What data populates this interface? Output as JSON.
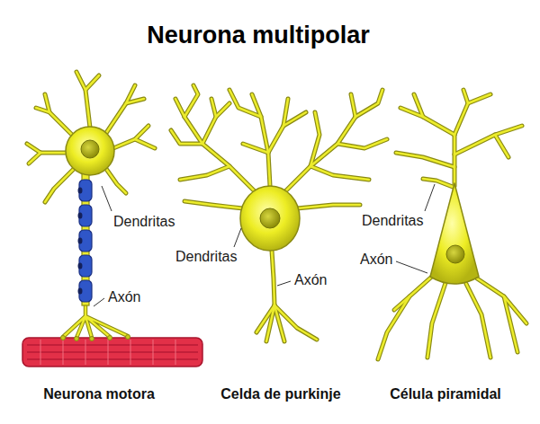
{
  "diagram": {
    "title": "Neurona multipolar",
    "labels": [
      "Dendritas",
      "Axón",
      "Neurona motora",
      "Dendritas",
      "Axón",
      "Celda de purkinje",
      "Dendritas",
      "Axón",
      "Célula piramidal"
    ]
  }
}
